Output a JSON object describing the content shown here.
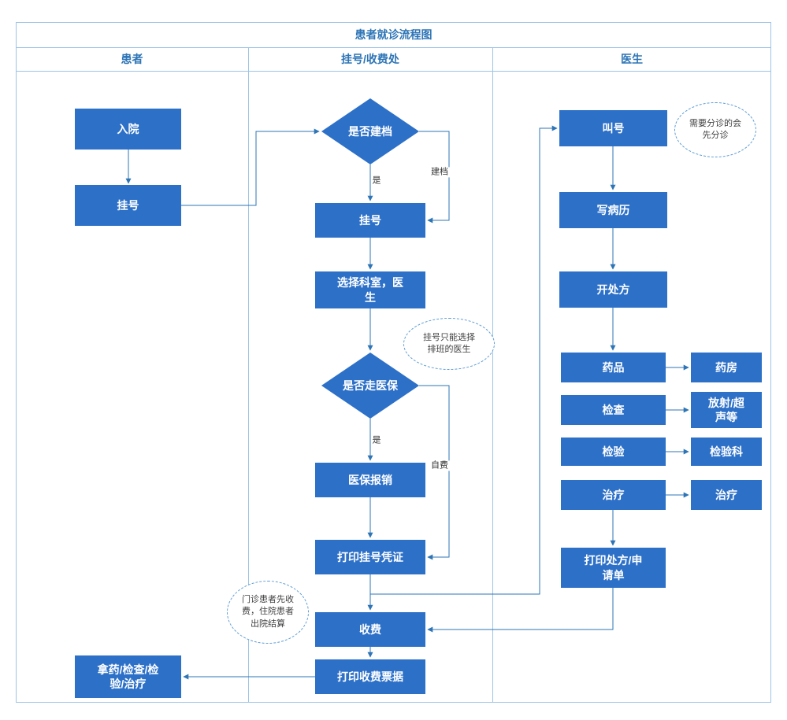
{
  "title": "患者就诊流程图",
  "lanes": [
    {
      "label": "患者"
    },
    {
      "label": "挂号/收费处"
    },
    {
      "label": "医生"
    }
  ],
  "nodes": {
    "admission": "入院",
    "register_patient": "挂号",
    "get_service": "拿药/检查/检\n验/治疗",
    "has_file": "是否建档",
    "register": "挂号",
    "choose_dept": "选择科室，医\n生",
    "use_insurance": "是否走医保",
    "insurance_claim": "医保报销",
    "print_reg_slip": "打印挂号凭证",
    "charge": "收费",
    "print_receipt": "打印收费票据",
    "call_number": "叫号",
    "write_record": "写病历",
    "prescribe": "开处方",
    "drug": "药品",
    "pharmacy": "药房",
    "exam": "检查",
    "radiology": "放射/超\n声等",
    "lab_test": "检验",
    "lab_dept": "检验科",
    "treatment": "治疗",
    "treatment_dept": "治疗",
    "print_prescription": "打印处方/申\n请单"
  },
  "edge_labels": {
    "yes_file": "是",
    "create_file": "建档",
    "yes_insurance": "是",
    "self_pay": "自费"
  },
  "annotations": {
    "triage": "需要分诊的会\n先分诊",
    "schedule": "挂号只能选择\n排班的医生",
    "billing": "门诊患者先收\n费，住院患者\n出院结算"
  },
  "colors": {
    "node_fill": "#2D70C8",
    "node_text": "#FFFFFF",
    "border": "#9DC3E6",
    "connector": "#2E75B6",
    "header_text": "#2E75B6",
    "annotation_border": "#5B9BD5"
  }
}
